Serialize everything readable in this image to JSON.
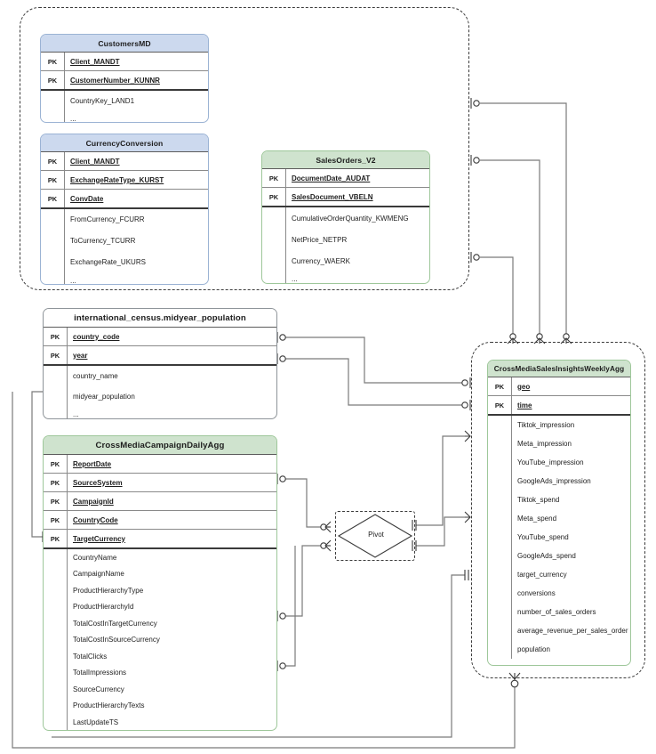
{
  "diagram": {
    "title": "entity-relationship-diagram",
    "notation": "crows-foot",
    "colors": {
      "blue_header": "#ccd9ee",
      "green_header": "#cfe3ce",
      "plain_header": "#ffffff",
      "border_blue": "#9bb3d4",
      "border_green": "#9ec79a",
      "border_plain": "#8e9499",
      "connector": "#7a7a7a",
      "group_dash": "#3a3a3a"
    },
    "pk_label": "PK",
    "ellipsis": "..."
  },
  "groups": [
    {
      "id": "source-systems-group",
      "label": ""
    },
    {
      "id": "target-model-group",
      "label": ""
    }
  ],
  "entities": [
    {
      "id": "customers-md",
      "name": "CustomersMD",
      "style": "blue",
      "keys": [
        "Client_MANDT",
        "CustomerNumber_KUNNR"
      ],
      "attributes": [
        "CountryKey_LAND1",
        "..."
      ]
    },
    {
      "id": "currency-conversion",
      "name": "CurrencyConversion",
      "style": "blue",
      "keys": [
        "Client_MANDT",
        "ExchangeRateType_KURST",
        "ConvDate"
      ],
      "attributes": [
        "FromCurrency_FCURR",
        "ToCurrency_TCURR",
        "ExchangeRate_UKURS",
        "..."
      ]
    },
    {
      "id": "sales-orders-v2",
      "name": "SalesOrders_V2",
      "style": "green",
      "keys": [
        "DocumentDate_AUDAT",
        "SalesDocument_VBELN"
      ],
      "attributes": [
        "CumulativeOrderQuantity_KWMENG",
        "NetPrice_NETPR",
        "Currency_WAERK",
        "..."
      ]
    },
    {
      "id": "international-census-midyear-population",
      "name": "international_census.midyear_population",
      "style": "plain",
      "keys": [
        "country_code",
        "year"
      ],
      "attributes": [
        "country_name",
        "midyear_population",
        "..."
      ]
    },
    {
      "id": "cross-media-campaign-daily-agg",
      "name": "CrossMediaCampaignDailyAgg",
      "style": "green",
      "keys": [
        "ReportDate",
        "SourceSystem",
        "CampaignId",
        "CountryCode",
        "TargetCurrency"
      ],
      "attributes": [
        "CountryName",
        "CampaignName",
        "ProductHierarchyType",
        "ProductHierarchyId",
        "TotalCostInTargetCurrency",
        "TotalCostInSourceCurrency",
        "TotalClicks",
        "TotalImpressions",
        "SourceCurrency",
        "ProductHierarchyTexts",
        "LastUpdateTS"
      ]
    },
    {
      "id": "cross-media-sales-insights-weekly-agg",
      "name": "CrossMediaSalesInsightsWeeklyAgg",
      "style": "green",
      "keys": [
        "geo",
        "time"
      ],
      "attributes": [
        "Tiktok_impression",
        "Meta_impression",
        "YouTube_impression",
        "GoogleAds_impression",
        "Tiktok_spend",
        "Meta_spend",
        "YouTube_spend",
        "GoogleAds_spend",
        "target_currency",
        "conversions",
        "number_of_sales_orders",
        "average_revenue_per_sales_order",
        "population"
      ]
    }
  ],
  "pivot": {
    "id": "pivot-node",
    "label": "Pivot"
  }
}
